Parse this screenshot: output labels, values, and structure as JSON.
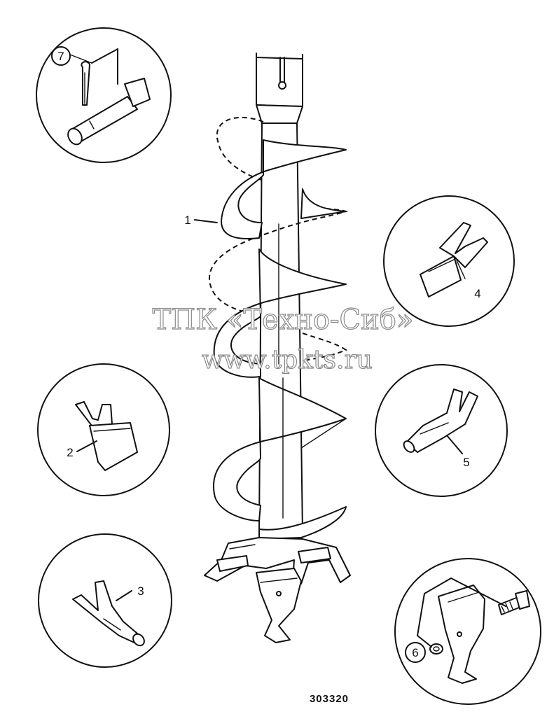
{
  "callouts": [
    {
      "id": "1",
      "text": "1"
    },
    {
      "id": "2",
      "text": "2"
    },
    {
      "id": "3",
      "text": "3"
    },
    {
      "id": "4",
      "text": "4"
    },
    {
      "id": "5",
      "text": "5"
    },
    {
      "id": "6",
      "text": "6"
    },
    {
      "id": "7",
      "text": "7"
    }
  ],
  "watermark": {
    "line1": "ТПК «Техно-Сиб»",
    "line2": "www.tpkts.ru"
  },
  "drawing_number": "303320"
}
